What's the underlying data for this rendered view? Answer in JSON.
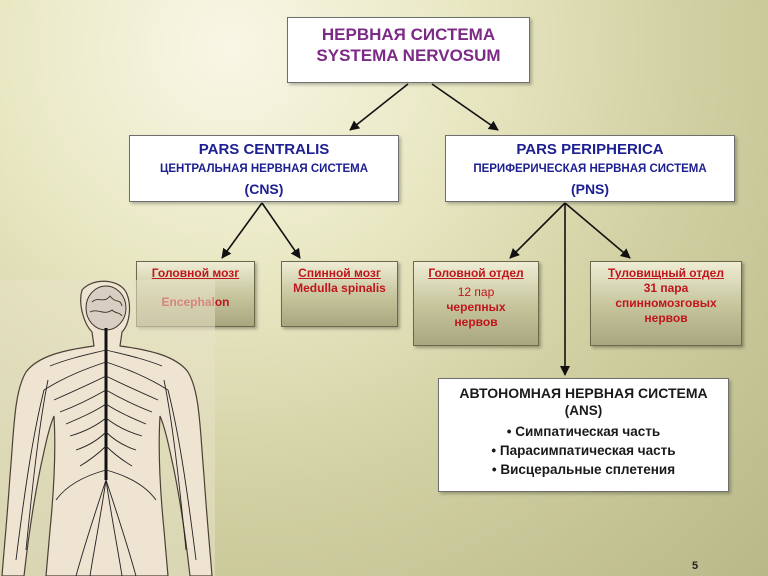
{
  "root": {
    "line1": "НЕРВНАЯ СИСТЕМА",
    "line2": "SYSTEMA NERVOSUM"
  },
  "cns": {
    "latin": "PARS CENTRALIS",
    "russian": "ЦЕНТРАЛЬНАЯ НЕРВНАЯ СИСТЕМА",
    "abbr": "(CNS)"
  },
  "pns": {
    "latin": "PARS PERIPHERICA",
    "russian": "ПЕРИФЕРИЧЕСКАЯ НЕРВНАЯ СИСТЕМА",
    "abbr": "(PNS)"
  },
  "brain": {
    "title": "Головной мозг",
    "latin": "Encephalon"
  },
  "spinal": {
    "title": "Спинной мозг",
    "latin": "Medulla spinalis"
  },
  "head_dept": {
    "title": "Головной отдел",
    "count": "12 пар",
    "desc1": "черепных",
    "desc2": "нервов"
  },
  "trunk_dept": {
    "title": "Туловищный отдел",
    "count": "31 пара",
    "desc1": "спинномозговых",
    "desc2": "нервов"
  },
  "ans": {
    "title": "АВТОНОМНАЯ НЕРВНАЯ СИСТЕМА",
    "abbr": "(ANS)",
    "items": [
      "• Симпатическая часть",
      "• Парасимпатическая часть",
      "• Висцеральные сплетения"
    ]
  },
  "page_number": "5",
  "colors": {
    "title": "#7d2a86",
    "subtitle": "#1d2090",
    "leaf_text": "#c0151c"
  }
}
